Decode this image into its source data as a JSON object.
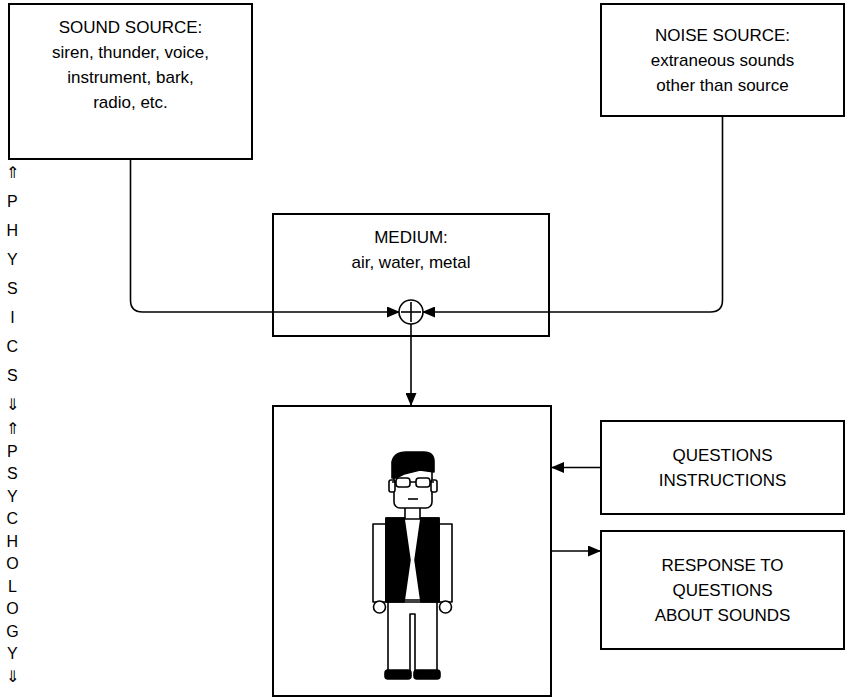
{
  "diagram": {
    "nodes": [
      {
        "text": [
          "SOUND SOURCE:",
          "siren, thunder, voice, instrument, bark, radio, etc."
        ]
      },
      {
        "text": [
          "NOISE SOURCE:",
          "extraneous sounds other than source"
        ]
      },
      {
        "text": [
          "MEDIUM:",
          "air, water, metal"
        ]
      },
      {
        "text": []
      },
      {
        "text": [
          "QUESTIONS INSTRUCTIONS"
        ]
      },
      {
        "text": [
          "RESPONSE TO QUESTIONS ABOUT SOUNDS"
        ]
      }
    ],
    "edges": [
      {
        "from": 0,
        "to": 2,
        "arrow": "to"
      },
      {
        "from": 1,
        "to": 2,
        "arrow": "to"
      },
      {
        "from": 2,
        "to": 3,
        "arrow": "to"
      },
      {
        "from": 4,
        "to": 3,
        "arrow": "to"
      },
      {
        "from": 3,
        "to": 5,
        "arrow": "to"
      }
    ],
    "labels": [
      "⇑PHYSICS⇓",
      "⇑PSYCHOLOGY⇓"
    ]
  }
}
